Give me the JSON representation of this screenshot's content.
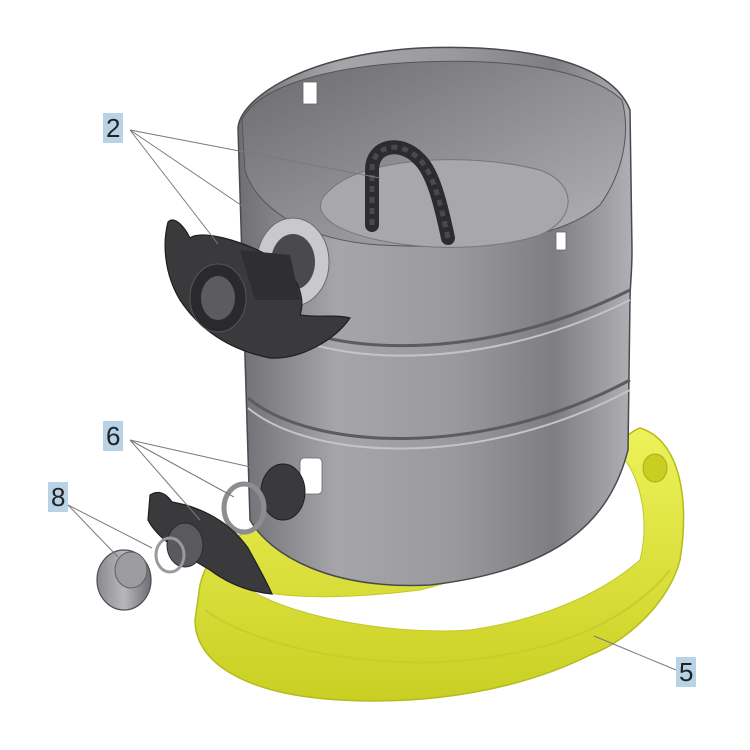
{
  "colors": {
    "callout_fill": "#b7d3e5",
    "drum": "#8d8d90",
    "base": "#e4ea3c",
    "parts": "#3a3a3c"
  },
  "icons": [
    "drum",
    "base-ring",
    "upper-inlet-connector",
    "lower-drain-connector",
    "drain-cap",
    "inner-handle-clamp"
  ],
  "callouts": [
    {
      "label": "2"
    },
    {
      "label": "6"
    },
    {
      "label": "8"
    },
    {
      "label": "5"
    }
  ]
}
